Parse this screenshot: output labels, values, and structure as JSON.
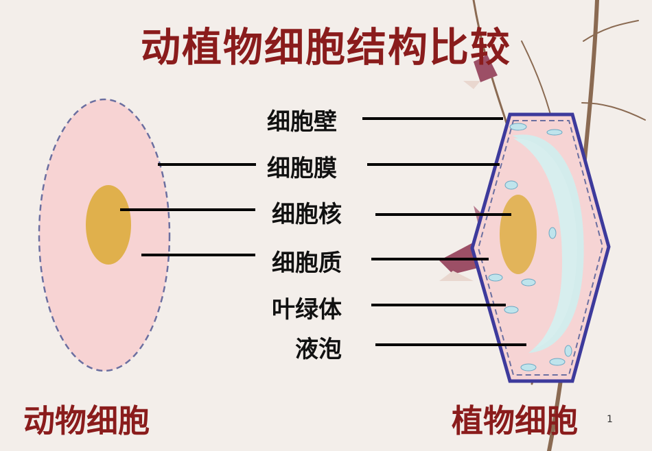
{
  "title": "动植物细胞结构比较",
  "animal_label": "动物细胞",
  "plant_label": "植物细胞",
  "parts": [
    "细胞壁",
    "细胞膜",
    "细胞核",
    "细胞质",
    "叶绿体",
    "液泡"
  ],
  "page_number": "1",
  "colors": {
    "title": "#8a1c1c",
    "cytoplasm": "#f7d3d3",
    "nucleus": "#e0b04c",
    "vacuole": "#d3ecec",
    "cell_wall": "#3d3a9c",
    "membrane_dashed": "#6b6fa0"
  }
}
